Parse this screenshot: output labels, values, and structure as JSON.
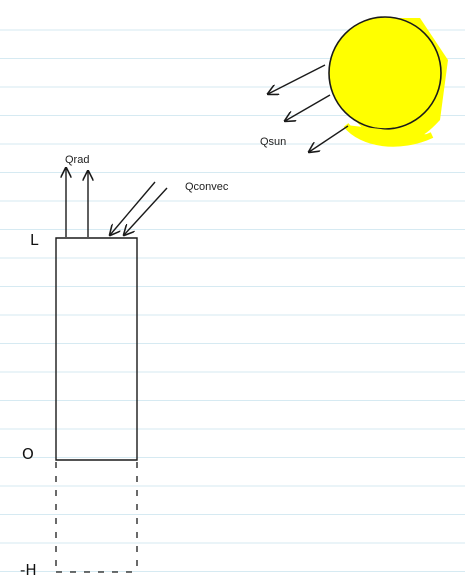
{
  "labels": {
    "q_rad": "Qrad",
    "q_convec": "Qconvec",
    "q_sun": "Qsun",
    "top_mark": "L",
    "zero_mark": "O",
    "bottom_mark": "-H"
  },
  "colors": {
    "ruled_line": "#d6eaf2",
    "sun_fill": "#ffff00",
    "ink": "#1a1a1a"
  },
  "icons": {
    "sun": "sun-circle",
    "arrows": "hand-drawn-arrow"
  }
}
